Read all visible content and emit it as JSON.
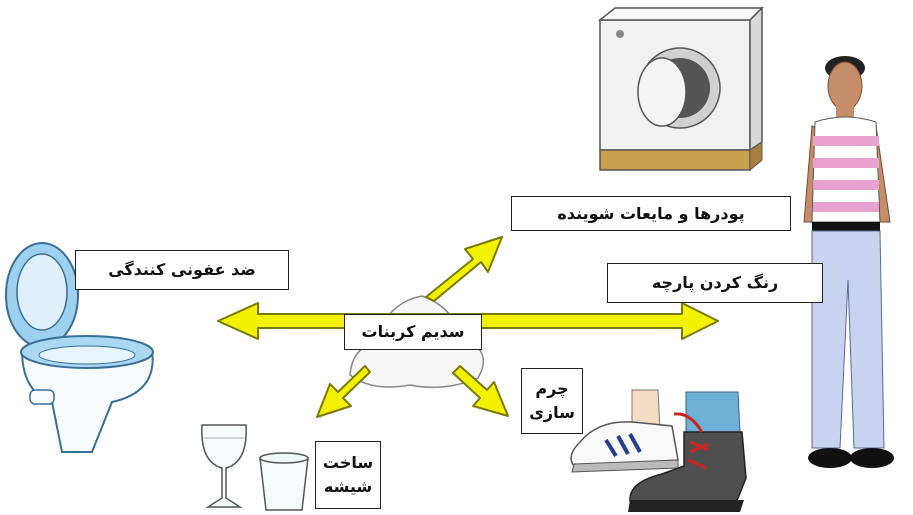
{
  "center": {
    "label": "سدیم کربنات"
  },
  "uses": {
    "detergents": "پودرها و مایعات شوینده",
    "disinfectant": "ضد عفونی کنندگی",
    "dyeing": "رنگ کردن پارچه",
    "leather_line1": "چرم",
    "leather_line2": "سازی",
    "glass_line1": "ساخت",
    "glass_line2": "شیشه"
  },
  "colors": {
    "arrow_fill": "#f2f200",
    "arrow_stroke": "#7a7a00",
    "shirt_stripe": "#e8a2d0",
    "trousers": "#c8d4ef"
  }
}
